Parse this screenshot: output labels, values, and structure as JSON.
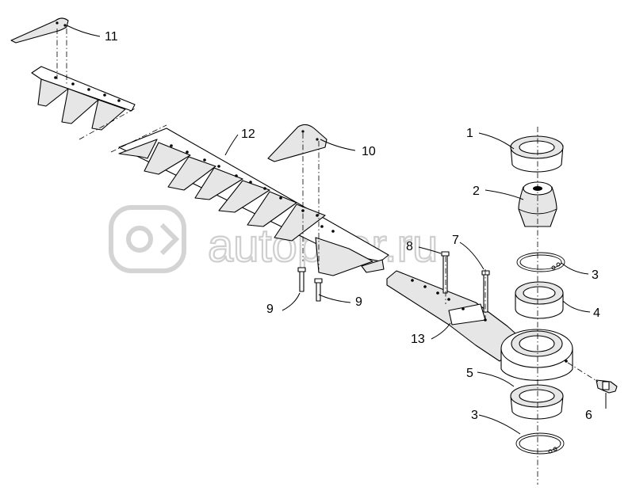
{
  "watermark": {
    "text": "autopiter.ru"
  },
  "callouts": {
    "c1": "1",
    "c2": "2",
    "c3a": "3",
    "c4": "4",
    "c5": "5",
    "c6": "6",
    "c3b": "3",
    "c7": "7",
    "c8": "8",
    "c9a": "9",
    "c9b": "9",
    "c10": "10",
    "c11": "11",
    "c12": "12",
    "c13": "13"
  }
}
